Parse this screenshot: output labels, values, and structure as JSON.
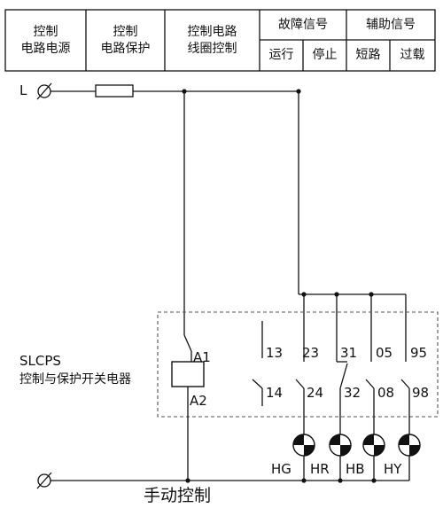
{
  "header": {
    "col1": [
      "控制",
      "电路电源"
    ],
    "col2": [
      "控制",
      "电路保护"
    ],
    "col3": [
      "控制电路",
      "线圈控制"
    ],
    "fault": {
      "title": "故障信号",
      "run": "运行",
      "stop": "停止"
    },
    "aux": {
      "title": "辅助信号",
      "short": "短路",
      "overload": "过载"
    }
  },
  "labels": {
    "line": "L",
    "device_model": "SLCPS",
    "device_desc": "控制与保护开关电器",
    "coil_a1": "A1",
    "coil_a2": "A2",
    "footer": "手动控制"
  },
  "contacts": [
    {
      "top": "13",
      "bottom": "14"
    },
    {
      "top": "23",
      "bottom": "24"
    },
    {
      "top": "31",
      "bottom": "32"
    },
    {
      "top": "05",
      "bottom": "08"
    },
    {
      "top": "95",
      "bottom": "98"
    }
  ],
  "lamps": [
    "HG",
    "HR",
    "HB",
    "HY"
  ],
  "colors": {
    "line": "#111111",
    "frame": "#555555"
  }
}
